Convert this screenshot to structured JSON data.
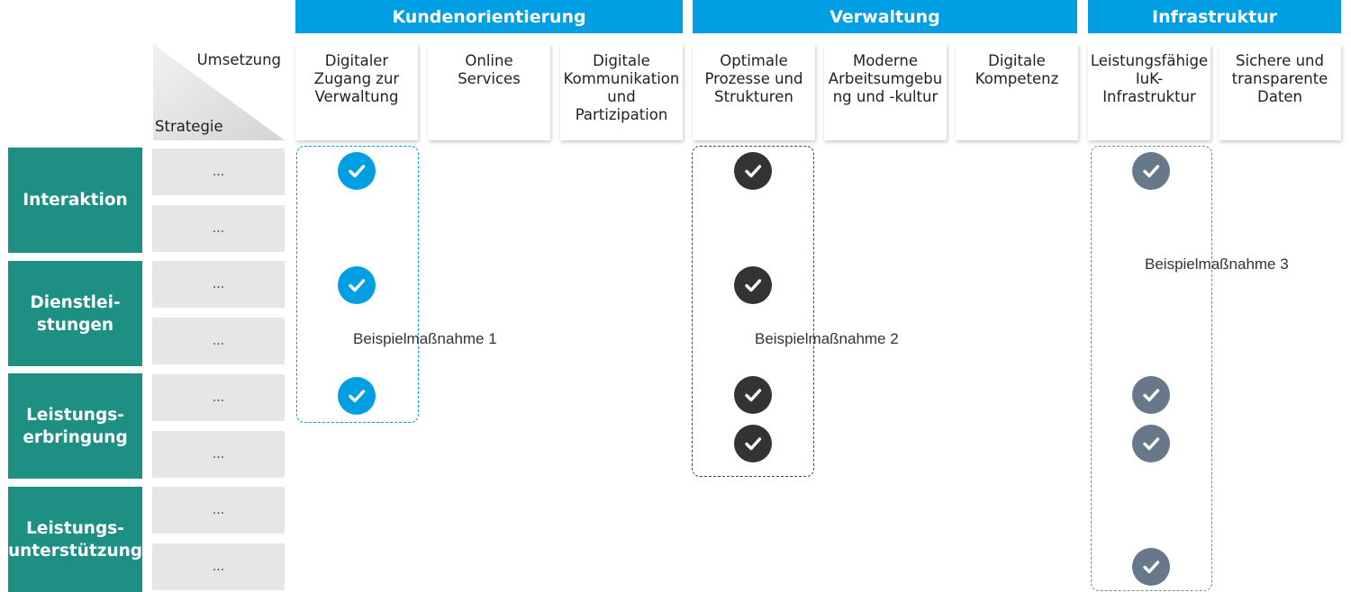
{
  "groups": [
    {
      "label": "Kundenorientierung"
    },
    {
      "label": "Verwaltung"
    },
    {
      "label": "Infrastruktur"
    }
  ],
  "corner": {
    "top_label": "Umsetzung",
    "bottom_label": "Strategie"
  },
  "columns": [
    {
      "label": "Digitaler\nZugang zur\nVerwaltung"
    },
    {
      "label": "Online\nServices"
    },
    {
      "label": "Digitale\nKommunikation\nund\nPartizipation"
    },
    {
      "label": "Optimale\nProzesse und\nStrukturen"
    },
    {
      "label": "Moderne\nArbeitsumgebu\nng und -kultur"
    },
    {
      "label": "Digitale\nKompetenz"
    },
    {
      "label": "Leistungsfähige\nIuK-\nInfrastruktur"
    },
    {
      "label": "Sichere und\ntransparente\nDaten"
    }
  ],
  "rows": [
    {
      "label": "Interaktion",
      "subs": [
        "...",
        "..."
      ]
    },
    {
      "label": "Dienstlei-\nstungen",
      "subs": [
        "...",
        "..."
      ]
    },
    {
      "label": "Leistungs-\nerbringung",
      "subs": [
        "...",
        "..."
      ]
    },
    {
      "label": "Leistungs-\nunterstützung",
      "subs": [
        "...",
        "..."
      ]
    }
  ],
  "measures": [
    {
      "label": "Beispielmaßnahme 1",
      "color": "#009fe3"
    },
    {
      "label": "Beispielmaßnahme 2",
      "color": "#333333"
    },
    {
      "label": "Beispielmaßnahme 3",
      "color": "#66788a"
    }
  ],
  "colors": {
    "accent": "#009fe3",
    "row": "#1d9083",
    "dark_check": "#333333",
    "slate_check": "#66788a"
  }
}
